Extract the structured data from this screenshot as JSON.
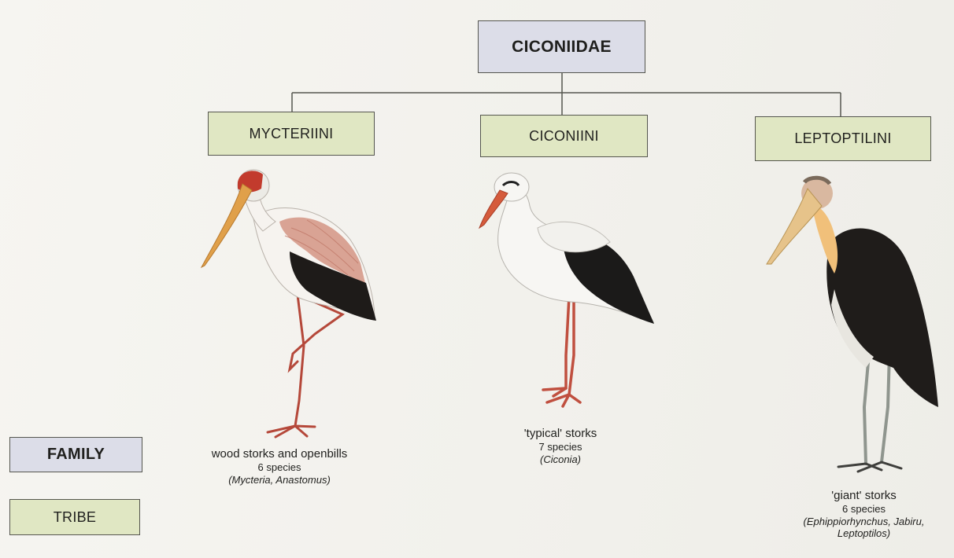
{
  "family": {
    "label": "CICONIIDAE"
  },
  "tribes": [
    {
      "label": "MYCTERIINI",
      "caption": {
        "name": "wood storks and openbills",
        "count": "6 species",
        "genera": "(Mycteria, Anastomus)"
      }
    },
    {
      "label": "CICONIINI",
      "caption": {
        "name": "'typical' storks",
        "count": "7 species",
        "genera": "(Ciconia)"
      }
    },
    {
      "label": "LEPTOPTILINI",
      "caption": {
        "name": "'giant' storks",
        "count": "6 species",
        "genera": "(Ephippiorhynchus, Jabiru,",
        "genera2": "Leptoptilos)"
      }
    }
  ],
  "legend": {
    "family_label": "FAMILY",
    "tribe_label": "TRIBE"
  },
  "colors": {
    "family_fill": "#dcdde8",
    "tribe_fill": "#e0e7c3",
    "line": "#55564f"
  }
}
